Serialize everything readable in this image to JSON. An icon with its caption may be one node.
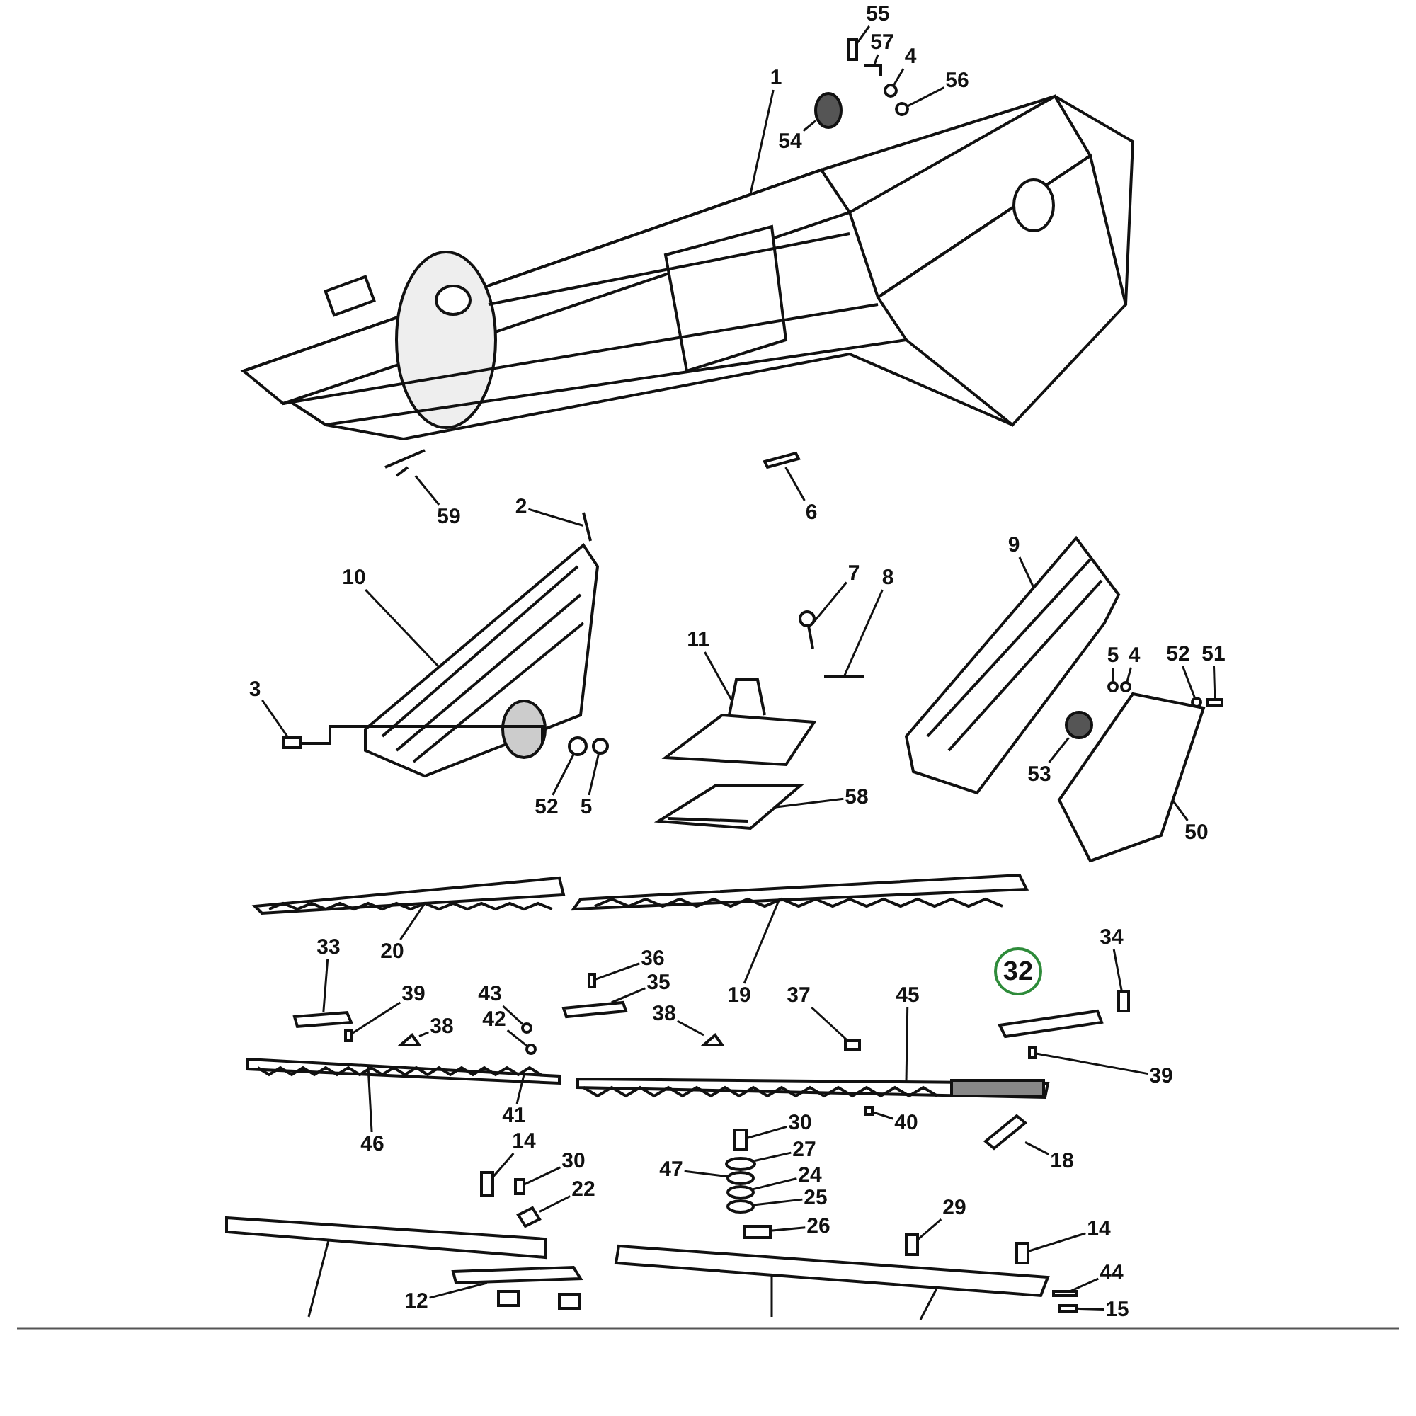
{
  "diagram": {
    "nodes": [
      {
        "text": [
          "1"
        ]
      },
      {
        "text": [
          "55"
        ]
      },
      {
        "text": [
          "57"
        ]
      },
      {
        "text": [
          "4"
        ]
      },
      {
        "text": [
          "56"
        ]
      },
      {
        "text": [
          "54"
        ]
      },
      {
        "text": [
          "59"
        ]
      },
      {
        "text": [
          "2"
        ]
      },
      {
        "text": [
          "6"
        ]
      },
      {
        "text": [
          "10"
        ]
      },
      {
        "text": [
          "9"
        ]
      },
      {
        "text": [
          "7"
        ]
      },
      {
        "text": [
          "8"
        ]
      },
      {
        "text": [
          "11"
        ]
      },
      {
        "text": [
          "3"
        ]
      },
      {
        "text": [
          "5"
        ]
      },
      {
        "text": [
          "4"
        ]
      },
      {
        "text": [
          "52"
        ]
      },
      {
        "text": [
          "51"
        ]
      },
      {
        "text": [
          "53"
        ]
      },
      {
        "text": [
          "52"
        ]
      },
      {
        "text": [
          "5"
        ]
      },
      {
        "text": [
          "58"
        ]
      },
      {
        "text": [
          "50"
        ]
      },
      {
        "text": [
          "20"
        ]
      },
      {
        "text": [
          "19"
        ]
      },
      {
        "text": [
          "34"
        ]
      },
      {
        "text": [
          "33"
        ]
      },
      {
        "text": [
          "36"
        ]
      },
      {
        "text": [
          "35"
        ]
      },
      {
        "text": [
          "32"
        ]
      },
      {
        "text": [
          "39"
        ]
      },
      {
        "text": [
          "43"
        ]
      },
      {
        "text": [
          "42"
        ]
      },
      {
        "text": [
          "38"
        ]
      },
      {
        "text": [
          "38"
        ]
      },
      {
        "text": [
          "37"
        ]
      },
      {
        "text": [
          "45"
        ]
      },
      {
        "text": [
          "39"
        ]
      },
      {
        "text": [
          "41"
        ]
      },
      {
        "text": [
          "46"
        ]
      },
      {
        "text": [
          "40"
        ]
      },
      {
        "text": [
          "30"
        ]
      },
      {
        "text": [
          "18"
        ]
      },
      {
        "text": [
          "14"
        ]
      },
      {
        "text": [
          "30"
        ]
      },
      {
        "text": [
          "27"
        ]
      },
      {
        "text": [
          "47"
        ]
      },
      {
        "text": [
          "24"
        ]
      },
      {
        "text": [
          "22"
        ]
      },
      {
        "text": [
          "25"
        ]
      },
      {
        "text": [
          "29"
        ]
      },
      {
        "text": [
          "26"
        ]
      },
      {
        "text": [
          "14"
        ]
      },
      {
        "text": [
          "44"
        ]
      },
      {
        "text": [
          "12"
        ]
      },
      {
        "text": [
          "15"
        ]
      },
      {
        "text": [],
        "shape": "picture"
      },
      {
        "text": [],
        "shape": "box"
      },
      {
        "text": [],
        "shape": "picture"
      },
      {
        "text": [],
        "shape": "circle"
      },
      {
        "text": [],
        "shape": "circle"
      },
      {
        "text": [],
        "shape": "circle"
      },
      {
        "text": [],
        "shape": "picture"
      },
      {
        "text": [],
        "shape": "picture"
      },
      {
        "text": [],
        "shape": "bar"
      },
      {
        "text": [],
        "shape": "picture"
      },
      {
        "text": [],
        "shape": "picture"
      },
      {
        "text": [],
        "shape": "picture"
      },
      {
        "text": [],
        "shape": "picture"
      },
      {
        "text": [],
        "shape": "picture"
      },
      {
        "text": [],
        "shape": "box"
      },
      {
        "text": [],
        "shape": "circle"
      },
      {
        "text": [],
        "shape": "circle"
      },
      {
        "text": [],
        "shape": "circle"
      },
      {
        "text": [],
        "shape": "box"
      },
      {
        "text": [],
        "shape": "circle"
      },
      {
        "text": [],
        "shape": "circle"
      },
      {
        "text": [],
        "shape": "circle"
      },
      {
        "text": [],
        "shape": "picture"
      },
      {
        "text": [],
        "shape": "box"
      },
      {
        "text": [],
        "shape": "picture"
      },
      {
        "text": [],
        "shape": "picture"
      },
      {
        "text": [],
        "shape": "box"
      },
      {
        "text": [],
        "shape": "bar"
      },
      {
        "text": [],
        "shape": "box"
      },
      {
        "text": [],
        "shape": "bar"
      },
      {
        "text": [],
        "shape": "box"
      },
      {
        "text": [],
        "shape": "circle"
      },
      {
        "text": [],
        "shape": "circle"
      },
      {
        "text": [],
        "shape": "triangle"
      },
      {
        "text": [],
        "shape": "triangle"
      },
      {
        "text": [],
        "shape": "box"
      },
      {
        "text": [],
        "shape": "picture"
      },
      {
        "text": [],
        "shape": "box"
      },
      {
        "text": [],
        "shape": "picture"
      },
      {
        "text": [],
        "shape": "box"
      },
      {
        "text": [],
        "shape": "box"
      },
      {
        "text": [],
        "shape": "bar"
      },
      {
        "text": [],
        "shape": "box"
      },
      {
        "text": [],
        "shape": "box"
      },
      {
        "text": [],
        "shape": "circle"
      },
      {
        "text": [],
        "shape": "circle"
      },
      {
        "text": [],
        "shape": "circle"
      },
      {
        "text": [],
        "shape": "box"
      },
      {
        "text": [],
        "shape": "circle"
      },
      {
        "text": [],
        "shape": "box"
      },
      {
        "text": [],
        "shape": "box"
      },
      {
        "text": [],
        "shape": "box"
      },
      {
        "text": [],
        "shape": "box"
      },
      {
        "text": [],
        "shape": "bar"
      },
      {
        "text": [],
        "shape": "box"
      },
      {
        "text": [],
        "shape": "bar"
      },
      {
        "text": [],
        "shape": "bar"
      }
    ],
    "edges": [
      {
        "from": 0,
        "to": 57,
        "arrow": "none"
      },
      {
        "from": 1,
        "to": 58,
        "arrow": "none"
      },
      {
        "from": 2,
        "to": 59,
        "arrow": "none"
      },
      {
        "from": 3,
        "to": 60,
        "arrow": "none"
      },
      {
        "from": 4,
        "to": 61,
        "arrow": "none"
      },
      {
        "from": 5,
        "to": 62,
        "arrow": "none"
      },
      {
        "from": 6,
        "to": 63,
        "arrow": "none"
      },
      {
        "from": 7,
        "to": 64,
        "arrow": "none"
      },
      {
        "from": 8,
        "to": 65,
        "arrow": "none"
      },
      {
        "from": 9,
        "to": 66,
        "arrow": "none"
      },
      {
        "from": 10,
        "to": 67,
        "arrow": "none"
      },
      {
        "from": 11,
        "to": 68,
        "arrow": "none"
      },
      {
        "from": 12,
        "to": 69,
        "arrow": "none"
      },
      {
        "from": 13,
        "to": 70,
        "arrow": "none"
      },
      {
        "from": 14,
        "to": 71,
        "arrow": "none"
      },
      {
        "from": 15,
        "to": 72,
        "arrow": "none"
      },
      {
        "from": 16,
        "to": 73,
        "arrow": "none"
      },
      {
        "from": 17,
        "to": 74,
        "arrow": "none"
      },
      {
        "from": 18,
        "to": 75,
        "arrow": "none"
      },
      {
        "from": 19,
        "to": 76,
        "arrow": "none"
      },
      {
        "from": 20,
        "to": 77,
        "arrow": "none"
      },
      {
        "from": 21,
        "to": 78,
        "arrow": "none"
      },
      {
        "from": 22,
        "to": 79,
        "arrow": "none"
      },
      {
        "from": 23,
        "to": 80,
        "arrow": "none"
      },
      {
        "from": 24,
        "to": 81,
        "arrow": "none"
      },
      {
        "from": 25,
        "to": 82,
        "arrow": "none"
      },
      {
        "from": 26,
        "to": 83,
        "arrow": "none"
      },
      {
        "from": 27,
        "to": 84,
        "arrow": "none"
      },
      {
        "from": 28,
        "to": 85,
        "arrow": "none"
      },
      {
        "from": 29,
        "to": 86,
        "arrow": "none"
      },
      {
        "from": 31,
        "to": 87,
        "arrow": "none"
      },
      {
        "from": 32,
        "to": 88,
        "arrow": "none"
      },
      {
        "from": 33,
        "to": 89,
        "arrow": "none"
      },
      {
        "from": 34,
        "to": 90,
        "arrow": "none"
      },
      {
        "from": 35,
        "to": 91,
        "arrow": "none"
      },
      {
        "from": 36,
        "to": 92,
        "arrow": "none"
      },
      {
        "from": 37,
        "to": 93,
        "arrow": "none"
      },
      {
        "from": 38,
        "to": 94,
        "arrow": "none"
      },
      {
        "from": 39,
        "to": 95,
        "arrow": "none"
      },
      {
        "from": 40,
        "to": 95,
        "arrow": "none"
      },
      {
        "from": 41,
        "to": 96,
        "arrow": "none"
      },
      {
        "from": 42,
        "to": 97,
        "arrow": "none"
      },
      {
        "from": 43,
        "to": 98,
        "arrow": "none"
      },
      {
        "from": 44,
        "to": 99,
        "arrow": "none"
      },
      {
        "from": 45,
        "to": 100,
        "arrow": "none"
      },
      {
        "from": 46,
        "to": 101,
        "arrow": "none"
      },
      {
        "from": 47,
        "to": 102,
        "arrow": "none"
      },
      {
        "from": 48,
        "to": 103,
        "arrow": "none"
      },
      {
        "from": 49,
        "to": 104,
        "arrow": "none"
      },
      {
        "from": 50,
        "to": 105,
        "arrow": "none"
      },
      {
        "from": 51,
        "to": 106,
        "arrow": "none"
      },
      {
        "from": 52,
        "to": 107,
        "arrow": "none"
      },
      {
        "from": 53,
        "to": 108,
        "arrow": "none"
      },
      {
        "from": 54,
        "to": 109,
        "arrow": "none"
      },
      {
        "from": 55,
        "to": 110,
        "arrow": "none"
      },
      {
        "from": 56,
        "to": 111,
        "arrow": "none"
      },
      {
        "from": 112,
        "to": null,
        "arrow": "none"
      },
      {
        "from": 113,
        "to": null,
        "arrow": "none"
      },
      {
        "from": 113,
        "to": null,
        "arrow": "none"
      }
    ]
  }
}
